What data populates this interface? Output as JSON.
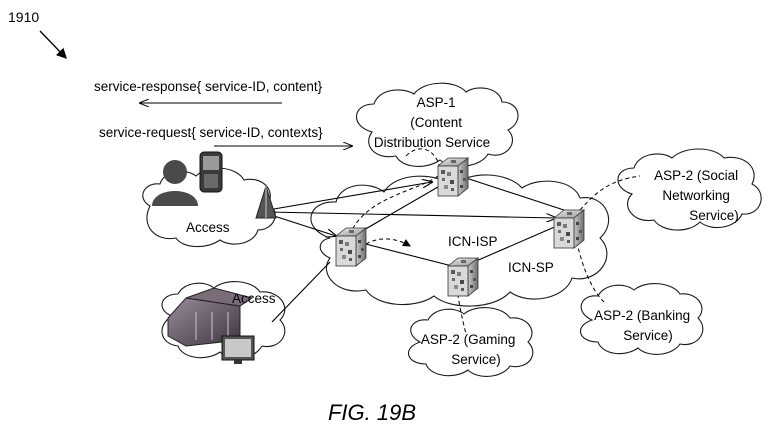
{
  "figure": {
    "ref_number": "1910",
    "caption": "FIG. 19B"
  },
  "messages": {
    "response": "service-response{ service-ID, content}",
    "request": "service-request{ service-ID, contexts}"
  },
  "clouds": {
    "asp1": [
      "ASP-1",
      "(Content",
      "Distribution Service"
    ],
    "access_top": "Access",
    "access_bottom": "Access",
    "asp2_social": [
      "ASP-2 (Social",
      "Networking",
      "Service)"
    ],
    "asp2_banking": [
      "ASP-2 (Banking",
      "Service)"
    ],
    "asp2_gaming": [
      "ASP-2 (Gaming",
      "Service)"
    ],
    "icn_isp": "ICN-ISP",
    "icn_sp": "ICN-SP"
  },
  "icons": {
    "user": "user-icon",
    "phone": "phone-icon",
    "antenna": "antenna-icon",
    "building": "building-icon",
    "monitor": "monitor-icon",
    "router": "router-icon"
  }
}
